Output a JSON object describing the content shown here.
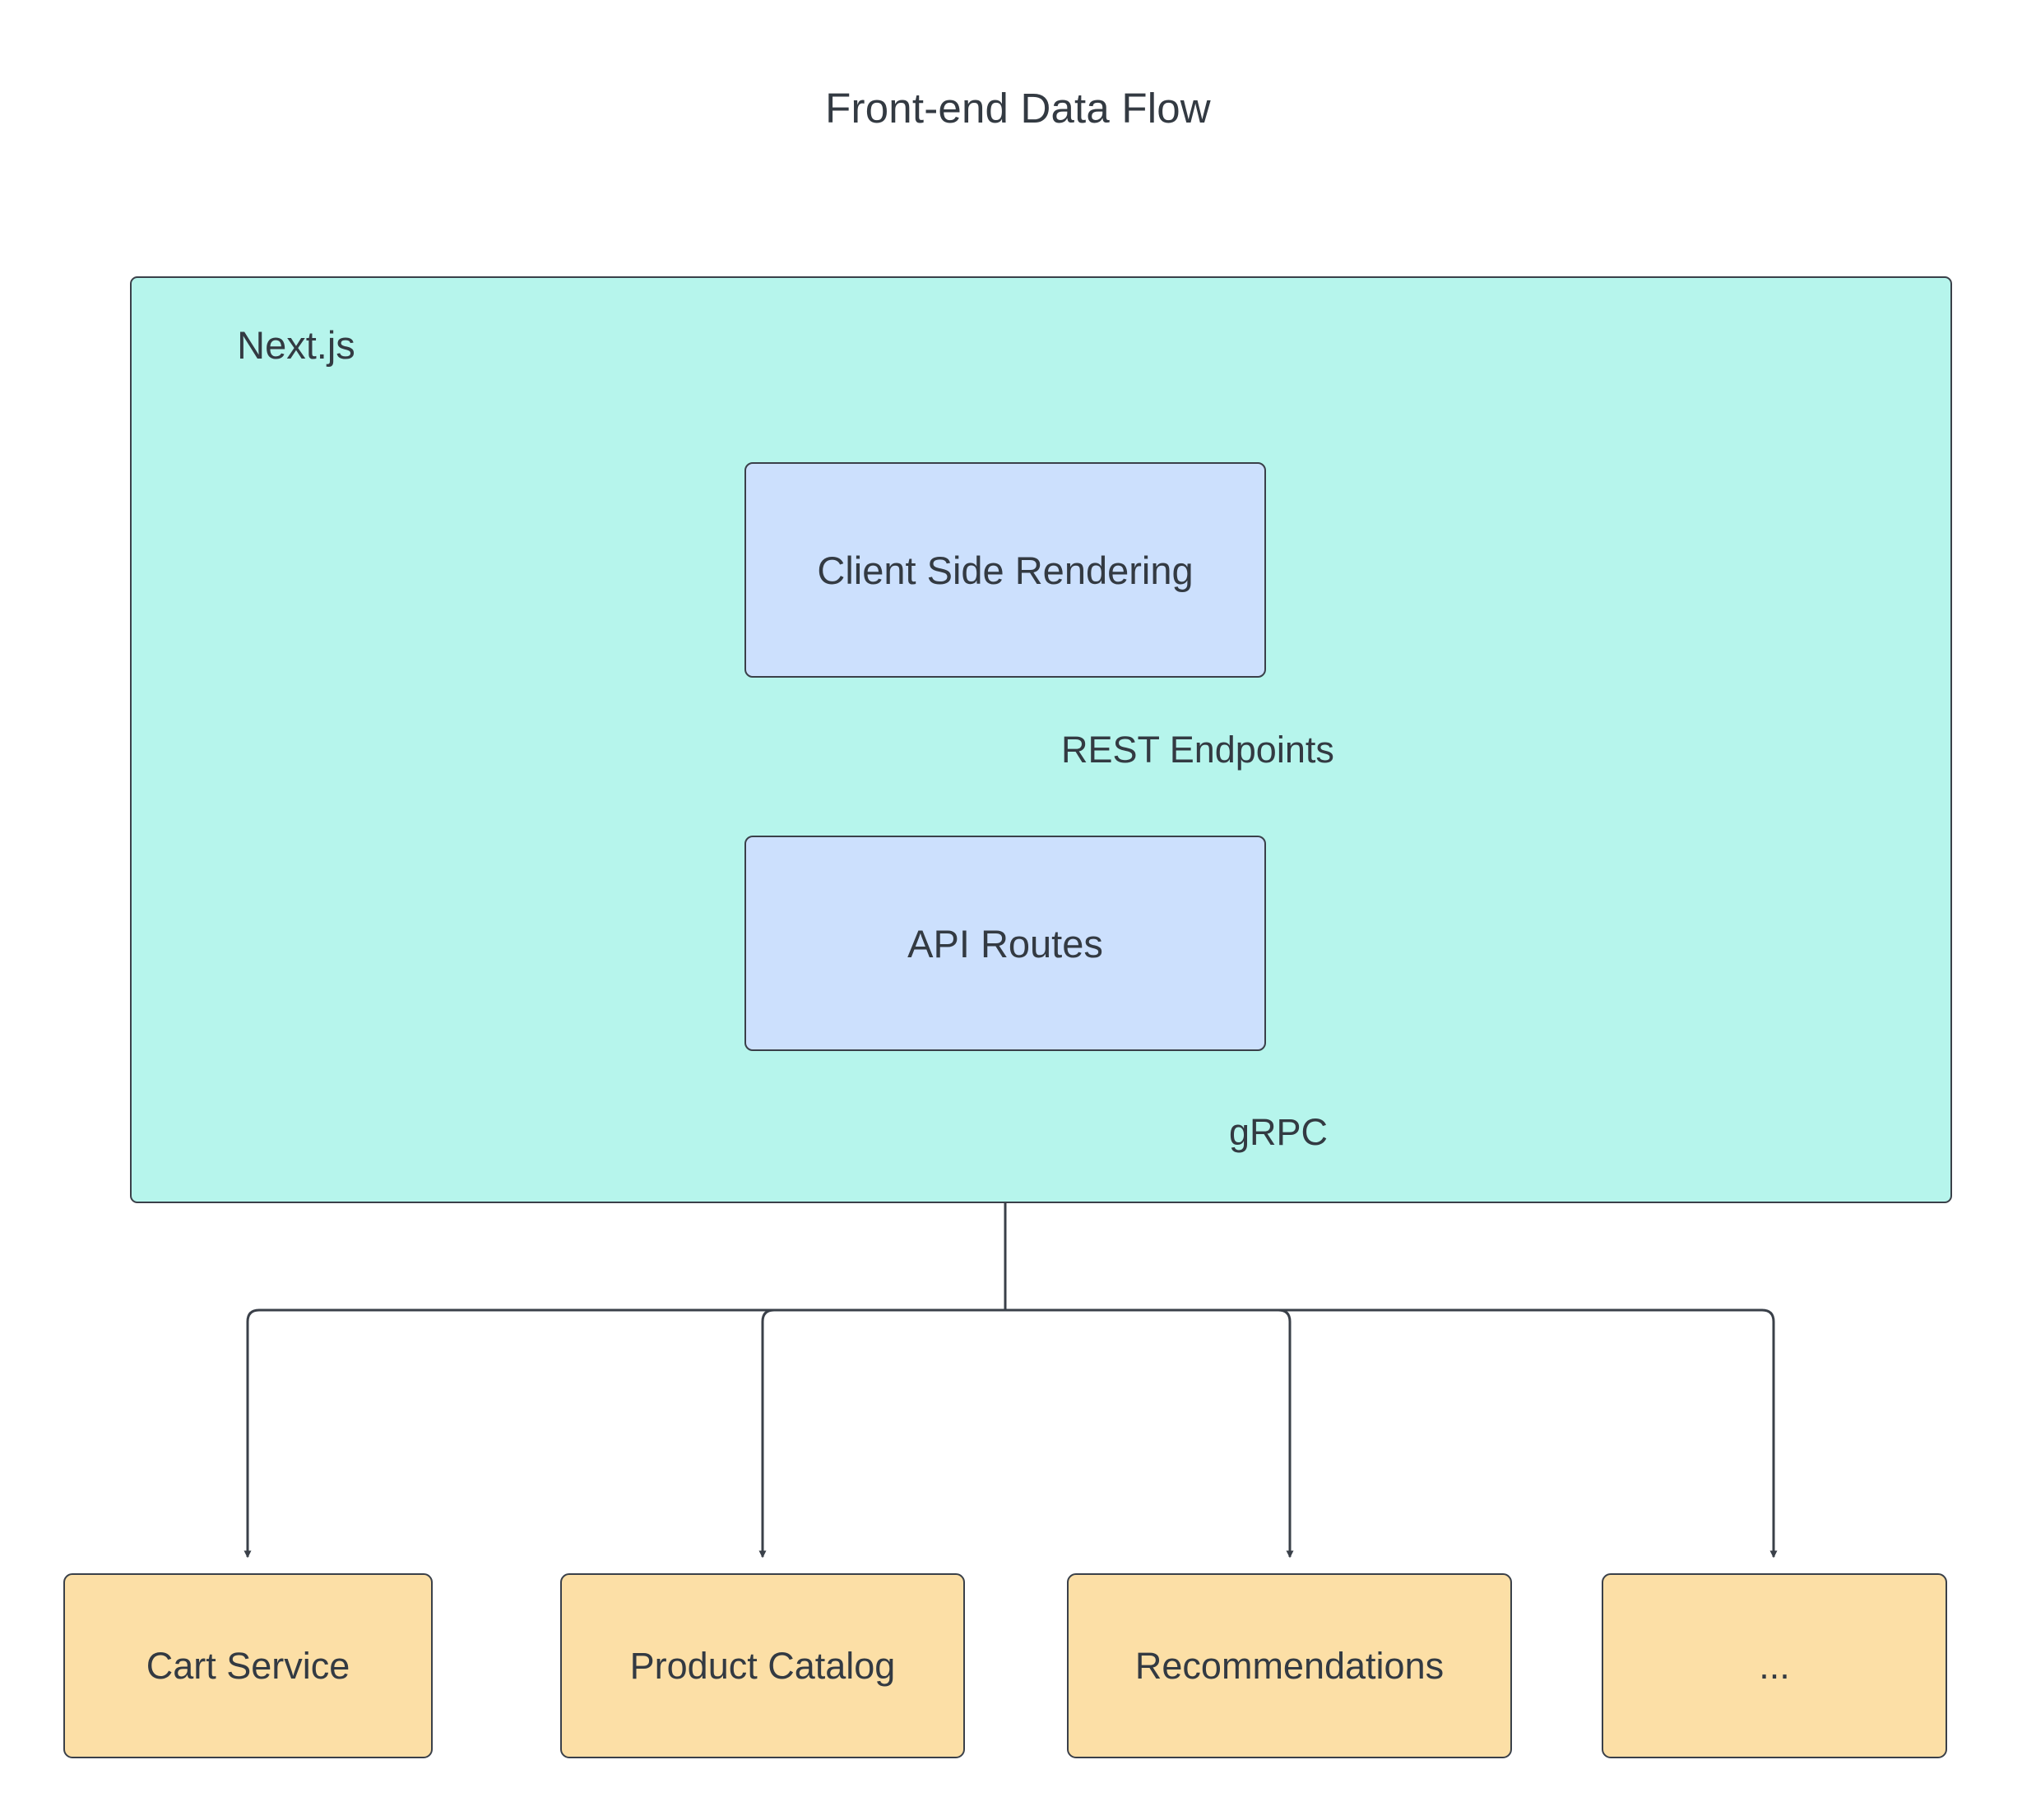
{
  "diagram": {
    "title": "Front-end Data Flow",
    "type": "flowchart",
    "direction": "top-to-bottom",
    "colors": {
      "subgraph_fill": "#b6f5ec",
      "process_fill": "#cce0fd",
      "service_fill": "#fcdfa6",
      "stroke": "#3a4049",
      "text": "#333a42",
      "background": "#ffffff"
    },
    "subgraph": {
      "label": "Next.js",
      "nodes": [
        {
          "id": "csr",
          "label": "Client Side Rendering",
          "shape": "rounded-rect",
          "fill": "#cce0fd"
        },
        {
          "id": "api_routes",
          "label": "API Routes",
          "shape": "rounded-rect",
          "fill": "#cce0fd"
        }
      ]
    },
    "services": [
      {
        "id": "cart",
        "label": "Cart Service",
        "shape": "rounded-rect",
        "fill": "#fcdfa6"
      },
      {
        "id": "catalog",
        "label": "Product Catalog",
        "shape": "rounded-rect",
        "fill": "#fcdfa6"
      },
      {
        "id": "recommendations",
        "label": "Recommendations",
        "shape": "rounded-rect",
        "fill": "#fcdfa6"
      },
      {
        "id": "more",
        "label": "...",
        "shape": "rounded-rect",
        "fill": "#fcdfa6"
      }
    ],
    "edges": [
      {
        "from": "csr",
        "to": "api_routes",
        "label": "REST Endpoints",
        "arrow": "open"
      },
      {
        "from": "api_routes",
        "to": "cart",
        "label": "gRPC",
        "arrow": "open"
      },
      {
        "from": "api_routes",
        "to": "catalog",
        "label": "",
        "arrow": "open"
      },
      {
        "from": "api_routes",
        "to": "recommendations",
        "label": "",
        "arrow": "open"
      },
      {
        "from": "api_routes",
        "to": "more",
        "label": "",
        "arrow": "open"
      }
    ],
    "edge_labels": {
      "rest": "REST Endpoints",
      "grpc": "gRPC"
    }
  }
}
